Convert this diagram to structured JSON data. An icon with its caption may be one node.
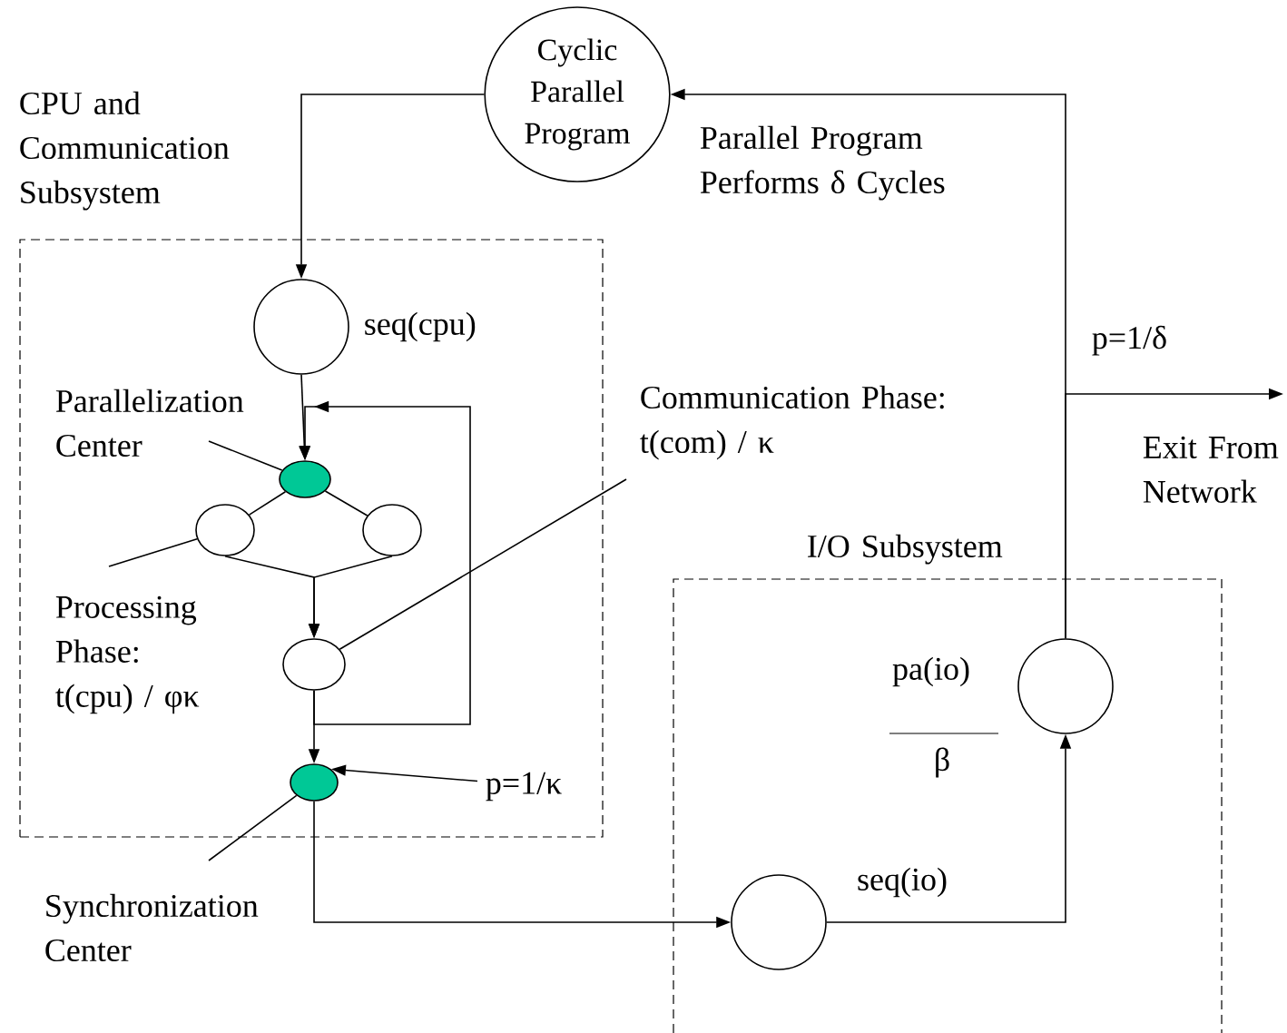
{
  "diagram": {
    "nodes": [
      {
        "text": [
          "Cyclic Parallel Program"
        ]
      },
      {
        "text": [
          "CPU and Communication Subsystem"
        ]
      },
      {
        "text": [],
        "shape": "circle",
        "in": 1,
        "beside": [
          "seq(cpu)"
        ]
      },
      {
        "text": [
          "Parallelization Center"
        ],
        "in": 1
      },
      {
        "text": [],
        "shape": "circle",
        "in": 1
      },
      {
        "text": [],
        "shape": "circle",
        "in": 1
      },
      {
        "text": [],
        "shape": "circle",
        "in": 1
      },
      {
        "text": [
          "Communication Phase: t(com) / κ"
        ]
      },
      {
        "text": [
          "Processing Phase: t(cpu) / φκ"
        ],
        "in": 1
      },
      {
        "text": [],
        "shape": "circle",
        "in": 1
      },
      {
        "text": [
          "p=1/κ"
        ],
        "in": 1
      },
      {
        "text": [],
        "shape": "circle",
        "in": 1
      },
      {
        "text": [
          "Synchronization Center"
        ]
      },
      {
        "text": [
          "I/O Subsystem"
        ]
      },
      {
        "text": [],
        "shape": "circle",
        "in": 13,
        "beside": [
          "pa(io)",
          "β"
        ]
      },
      {
        "text": [],
        "shape": "circle",
        "in": 13,
        "beside": [
          "seq(io)"
        ]
      }
    ],
    "edges": [
      {
        "from": 0,
        "to": 2,
        "arrow": "to"
      },
      {
        "from": 2,
        "to": 4,
        "arrow": "to"
      },
      {
        "from": 3,
        "to": 4,
        "arrow": "none"
      },
      {
        "from": 4,
        "to": 5,
        "arrow": "none"
      },
      {
        "from": 4,
        "to": 6,
        "arrow": "none"
      },
      {
        "from": 8,
        "to": 5,
        "arrow": "none"
      },
      {
        "from": 5,
        "to": 9,
        "arrow": "to"
      },
      {
        "from": 6,
        "to": 9,
        "arrow": "to"
      },
      {
        "from": 7,
        "to": 9,
        "arrow": "none"
      },
      {
        "from": 9,
        "to": 11,
        "arrow": "to"
      },
      {
        "from": 9,
        "to": 4,
        "arrow": "to"
      },
      {
        "from": 10,
        "to": 11,
        "arrow": "to"
      },
      {
        "from": 12,
        "to": 11,
        "arrow": "none"
      },
      {
        "from": 11,
        "to": 15,
        "arrow": "to"
      },
      {
        "from": 15,
        "to": 14,
        "arrow": "to"
      },
      {
        "from": 14,
        "to": 0,
        "arrow": "to"
      },
      {
        "from": 14,
        "to": null,
        "arrow": "to",
        "label": "p=1/δ"
      }
    ],
    "labels": [
      "Parallel Program Performs δ Cycles",
      "Exit From Network"
    ]
  }
}
